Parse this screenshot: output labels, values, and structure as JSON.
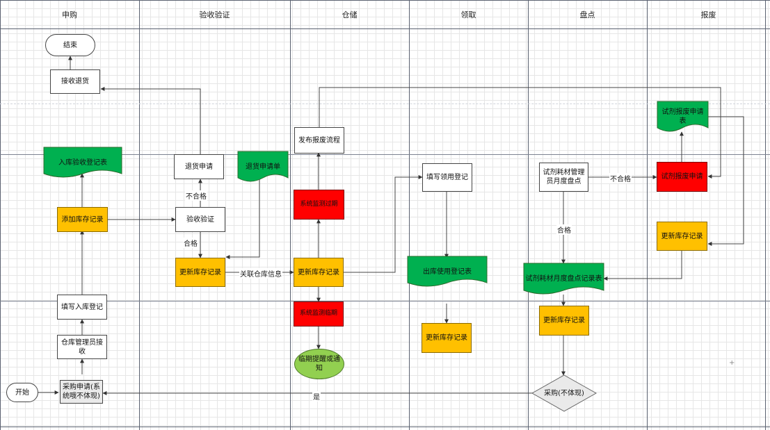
{
  "lanes": [
    "申购",
    "验收验证",
    "仓储",
    "领取",
    "盘点",
    "报废"
  ],
  "nodes": {
    "end": "结束",
    "receive_return": "接收退货",
    "inbound_record_doc": "入库验收登记表",
    "add_stock": "添加库存记录",
    "fill_inbound": "填写入库登记",
    "keeper_receive": "仓库管理员接收",
    "purchase_request": "采购申请(系统哦不体现)",
    "start": "开始",
    "return_request": "退货申请",
    "return_form_doc": "退货申请单",
    "inspect": "验收验证",
    "update_stock_accept": "更新库存记录",
    "publish_scrap": "发布报废流程",
    "sys_expired": "系统监测过期",
    "update_stock_warehouse": "更新库存记录",
    "sys_near_expiry": "系统监测临期",
    "near_expiry_notify": "临期提醒或通知",
    "fill_pickup": "填写领用登记",
    "outbound_doc": "出库使用登记表",
    "update_stock_pickup": "更新库存记录",
    "manager_check": "试剂耗材管理员月度盘点",
    "monthly_check_doc": "试剂耗材月度盘点记录表",
    "update_stock_check": "更新库存记录",
    "purchase_diamond": "采购(不体现)",
    "scrap_form_doc": "试剂报废申请表",
    "scrap_request": "试剂报废申请",
    "update_stock_scrap": "更新库存记录"
  },
  "edge_labels": {
    "fail_accept": "不合格",
    "pass_accept": "合格",
    "link_info": "关联仓库信息",
    "pass_check": "合格",
    "fail_check": "不合格",
    "yes": "是"
  },
  "colors": {
    "orange": "#ffc000",
    "red": "#ff0000",
    "green_doc": "#00b050",
    "light_green": "#92d050",
    "line": "#5a6170"
  }
}
